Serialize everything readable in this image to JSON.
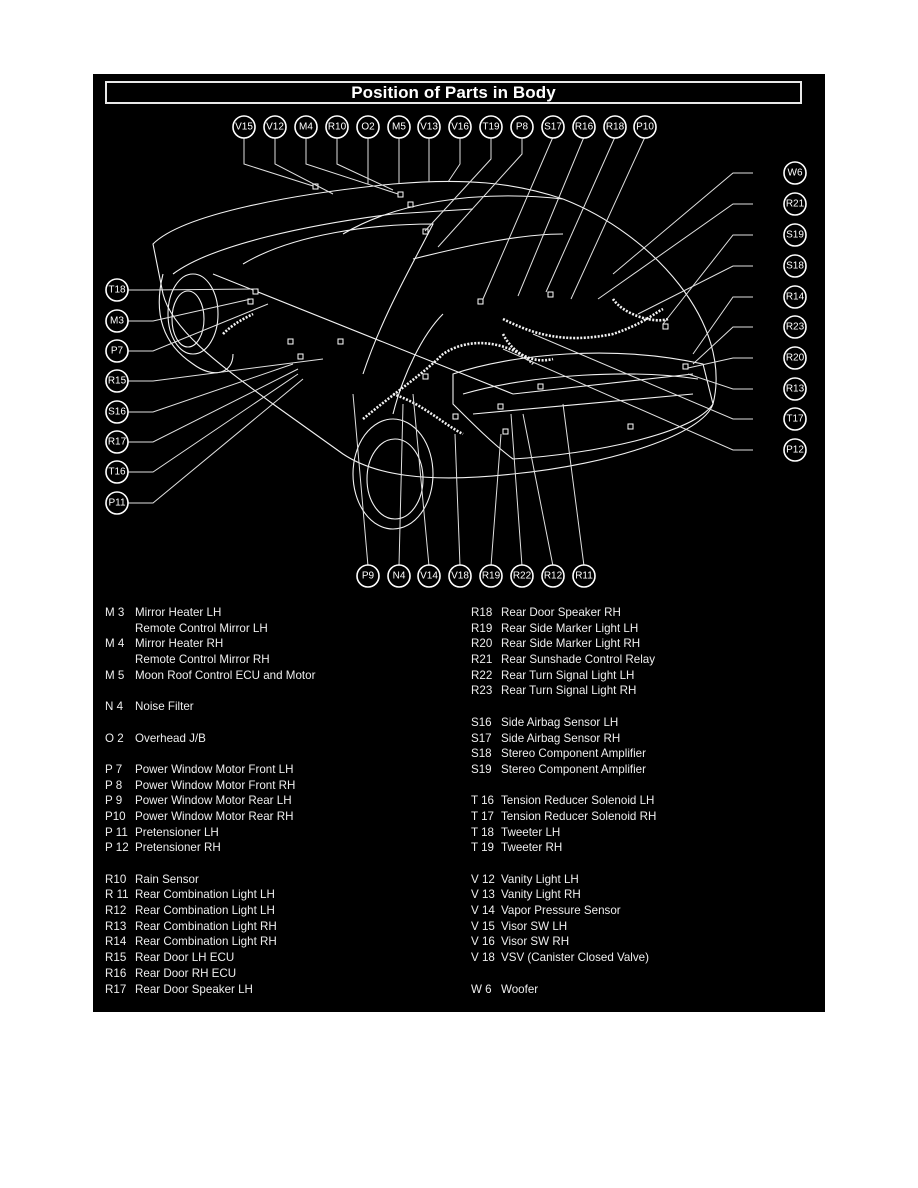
{
  "title": "Position of Parts in Body",
  "colors": {
    "background": "#000000",
    "foreground": "#ffffff",
    "page": "#ffffff"
  },
  "callouts": {
    "top": [
      "V15",
      "V12",
      "M4",
      "R10",
      "O2",
      "M5",
      "V13",
      "V16",
      "T19",
      "P8",
      "S17",
      "R16",
      "R18",
      "P10"
    ],
    "right": [
      "W6",
      "R21",
      "S19",
      "S18",
      "R14",
      "R23",
      "R20",
      "R13",
      "T17",
      "P12"
    ],
    "left": [
      "T18",
      "M3",
      "P7",
      "R15",
      "S16",
      "R17",
      "T16",
      "P11"
    ],
    "bottom": [
      "P9",
      "N4",
      "V14",
      "V18",
      "R19",
      "R22",
      "R12",
      "R11"
    ]
  },
  "legend": {
    "left": [
      {
        "code": "M  3",
        "desc": "Mirror Heater LH"
      },
      {
        "code": "",
        "desc": "Remote Control Mirror LH"
      },
      {
        "code": "M  4",
        "desc": "Mirror Heater RH"
      },
      {
        "code": "",
        "desc": "Remote Control Mirror RH"
      },
      {
        "code": "M  5",
        "desc": "Moon Roof Control ECU and Motor"
      },
      {
        "gap": true
      },
      {
        "code": "N  4",
        "desc": "Noise Filter"
      },
      {
        "gap": true
      },
      {
        "code": "O  2",
        "desc": "Overhead J/B"
      },
      {
        "gap": true
      },
      {
        "code": "P   7",
        "desc": "Power Window Motor Front LH"
      },
      {
        "code": "P   8",
        "desc": "Power Window Motor Front RH"
      },
      {
        "code": "P   9",
        "desc": "Power Window Motor Rear LH"
      },
      {
        "code": "P10",
        "desc": "Power Window Motor Rear RH"
      },
      {
        "code": "P 11",
        "desc": "Pretensioner LH"
      },
      {
        "code": "P 12",
        "desc": "Pretensioner RH"
      },
      {
        "gap": true
      },
      {
        "code": "R10",
        "desc": "Rain Sensor"
      },
      {
        "code": "R 11",
        "desc": "Rear Combination Light LH"
      },
      {
        "code": "R12",
        "desc": "Rear Combination Light LH"
      },
      {
        "code": "R13",
        "desc": "Rear Combination Light RH"
      },
      {
        "code": "R14",
        "desc": "Rear Combination Light RH"
      },
      {
        "code": "R15",
        "desc": "Rear Door LH ECU"
      },
      {
        "code": "R16",
        "desc": "Rear Door RH ECU"
      },
      {
        "code": "R17",
        "desc": "Rear Door Speaker LH"
      }
    ],
    "right": [
      {
        "code": "R18",
        "desc": "Rear Door Speaker RH"
      },
      {
        "code": "R19",
        "desc": "Rear Side Marker Light LH"
      },
      {
        "code": "R20",
        "desc": "Rear Side Marker Light RH"
      },
      {
        "code": "R21",
        "desc": "Rear Sunshade Control Relay"
      },
      {
        "code": "R22",
        "desc": "Rear Turn Signal Light LH"
      },
      {
        "code": "R23",
        "desc": "Rear Turn Signal Light RH"
      },
      {
        "gap": true
      },
      {
        "code": "S16",
        "desc": "Side Airbag Sensor LH"
      },
      {
        "code": "S17",
        "desc": "Side Airbag Sensor RH"
      },
      {
        "code": "S18",
        "desc": "Stereo Component Amplifier"
      },
      {
        "code": "S19",
        "desc": "Stereo Component Amplifier"
      },
      {
        "gap": true
      },
      {
        "code": "T 16",
        "desc": "Tension Reducer Solenoid LH"
      },
      {
        "code": "T 17",
        "desc": "Tension Reducer Solenoid RH"
      },
      {
        "code": "T 18",
        "desc": "Tweeter LH"
      },
      {
        "code": "T 19",
        "desc": "Tweeter RH"
      },
      {
        "gap": true
      },
      {
        "code": "V 12",
        "desc": "Vanity Light LH"
      },
      {
        "code": "V 13",
        "desc": "Vanity Light RH"
      },
      {
        "code": "V 14",
        "desc": "Vapor Pressure Sensor"
      },
      {
        "code": "V 15",
        "desc": "Visor SW LH"
      },
      {
        "code": "V 16",
        "desc": "Visor SW RH"
      },
      {
        "code": "V 18",
        "desc": "VSV (Canister Closed Valve)"
      },
      {
        "gap": true
      },
      {
        "code": "W  6",
        "desc": "Woofer"
      }
    ]
  }
}
